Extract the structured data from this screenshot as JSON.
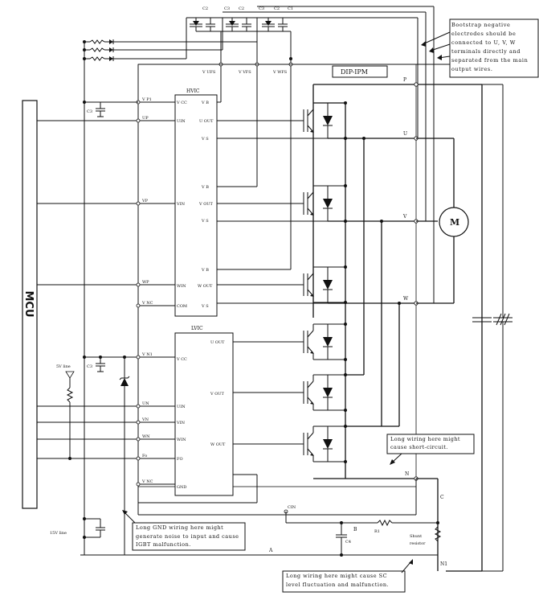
{
  "labels": {
    "mcu": "MCU",
    "hvic": "HVIC",
    "lvic": "LVIC",
    "dip_ipm": "DIP-IPM",
    "motor": "M",
    "p": "P",
    "u": "U",
    "v": "V",
    "w": "W",
    "n": "N",
    "n1": "N1",
    "cin": "CIN",
    "a": "A",
    "b": "B",
    "c": "C",
    "r1": "R1",
    "c4": "C4",
    "c2": "C2",
    "c3": "C3",
    "c1": "C1",
    "shunt_line1": "Shunt",
    "shunt_line2": "resistor",
    "line5v": "5V line",
    "line15v": "15V line",
    "vufs": "V UFS",
    "vvfs": "V VFS",
    "vwfs": "V WFS"
  },
  "hvic_left_pins": [
    {
      "id": "vp1",
      "label": "V P1"
    },
    {
      "id": "up",
      "label": "UP"
    },
    {
      "id": "vp",
      "label": "VP"
    },
    {
      "id": "wp",
      "label": "WP"
    },
    {
      "id": "vnc",
      "label": "V NC"
    }
  ],
  "hvic_inner_left": [
    "V CC",
    "UIN",
    "VIN",
    "WIN",
    "COM"
  ],
  "hvic_inner_right": [
    "V B",
    "U OUT",
    "V S",
    "V B",
    "V OUT",
    "V S",
    "V B",
    "W OUT",
    "V S"
  ],
  "lvic_left_pins": [
    {
      "id": "vn1",
      "label": "V N1"
    },
    {
      "id": "un",
      "label": "UN"
    },
    {
      "id": "vn",
      "label": "VN"
    },
    {
      "id": "wn",
      "label": "WN"
    },
    {
      "id": "fo",
      "label": "Fo"
    },
    {
      "id": "vnc2",
      "label": "V NC"
    }
  ],
  "lvic_inner_left": [
    "V CC",
    "UIN",
    "VIN",
    "WIN",
    "FO",
    "GND"
  ],
  "lvic_inner_right": [
    "U OUT",
    "V OUT",
    "W OUT"
  ],
  "notes": {
    "bootstrap": "Bootstrap negative electrodes should be connected to U, V, W terminals directly and separated from the main output wires.",
    "short_circuit": "Long wiring here might cause short-circuit.",
    "gnd_noise": "Long GND wiring here might generate noise to input and cause IGBT malfunction.",
    "sc_level": "Long wiring here might cause SC level fluctuation and malfunction."
  }
}
